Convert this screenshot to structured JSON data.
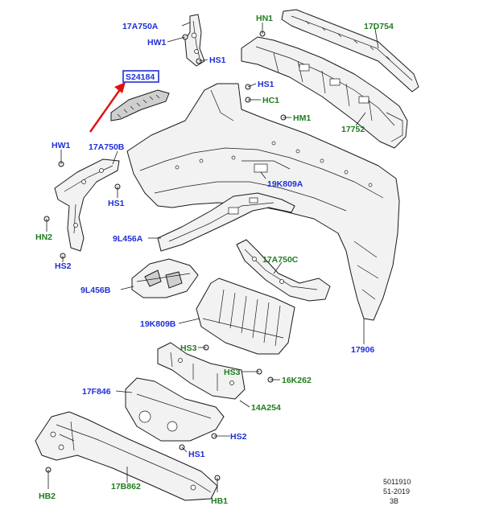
{
  "colors": {
    "blue_label": "#1f2fd8",
    "green_label": "#1e7d1e",
    "arrow": "#e01010",
    "highlight_box": "#1f2fd8"
  },
  "labels": {
    "l_17A750A": "17A750A",
    "l_HW1_top": "HW1",
    "l_HS1_top": "HS1",
    "l_HN1": "HN1",
    "l_17D754": "17D754",
    "l_highlight": "S24184",
    "l_HS1_mid": "HS1",
    "l_HC1": "HC1",
    "l_HM1": "HM1",
    "l_17752": "17752",
    "l_HW1_left": "HW1",
    "l_17A750B": "17A750B",
    "l_HS1_left": "HS1",
    "l_19K809A": "19K809A",
    "l_HN2": "HN2",
    "l_9L456A": "9L456A",
    "l_HS2_left": "HS2",
    "l_17A750C": "17A750C",
    "l_9L456B": "9L456B",
    "l_19K809B": "19K809B",
    "l_17906": "17906",
    "l_HS3_a": "HS3",
    "l_HS3_b": "HS3",
    "l_16K262": "16K262",
    "l_17F846": "17F846",
    "l_14A254": "14A254",
    "l_HS2_bottom": "HS2",
    "l_HS1_bottom": "HS1",
    "l_HB2": "HB2",
    "l_17B862": "17B862",
    "l_HB1": "HB1"
  },
  "footer": {
    "line1": "5011910",
    "line2": "51-2019",
    "line3": "3B"
  }
}
